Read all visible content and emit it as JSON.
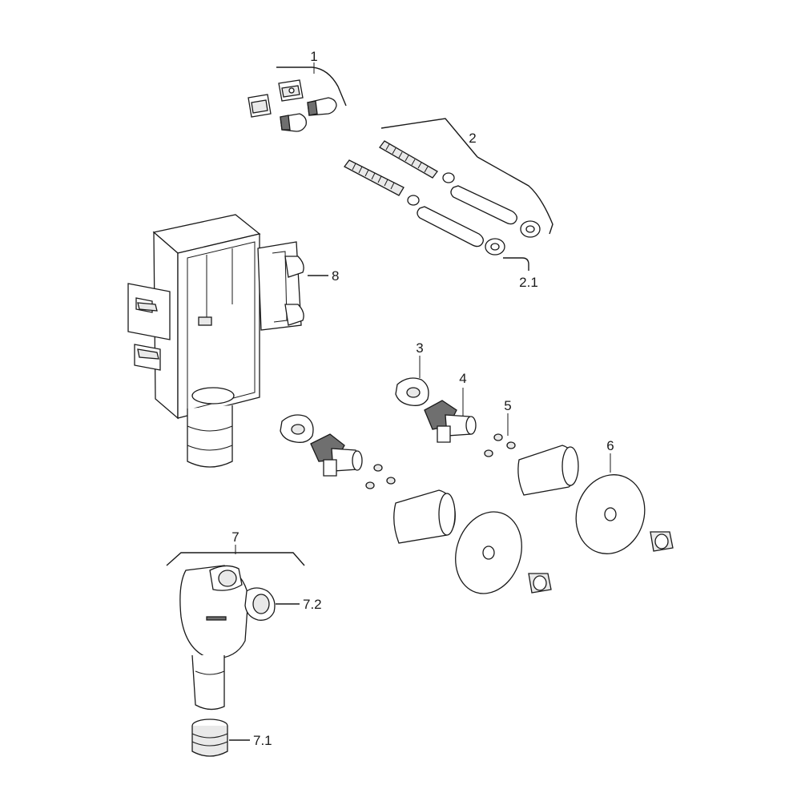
{
  "diagram": {
    "callouts": [
      "1",
      "2",
      "2.1",
      "3",
      "4",
      "5",
      "6",
      "7",
      "7.1",
      "7.2",
      "8"
    ]
  }
}
